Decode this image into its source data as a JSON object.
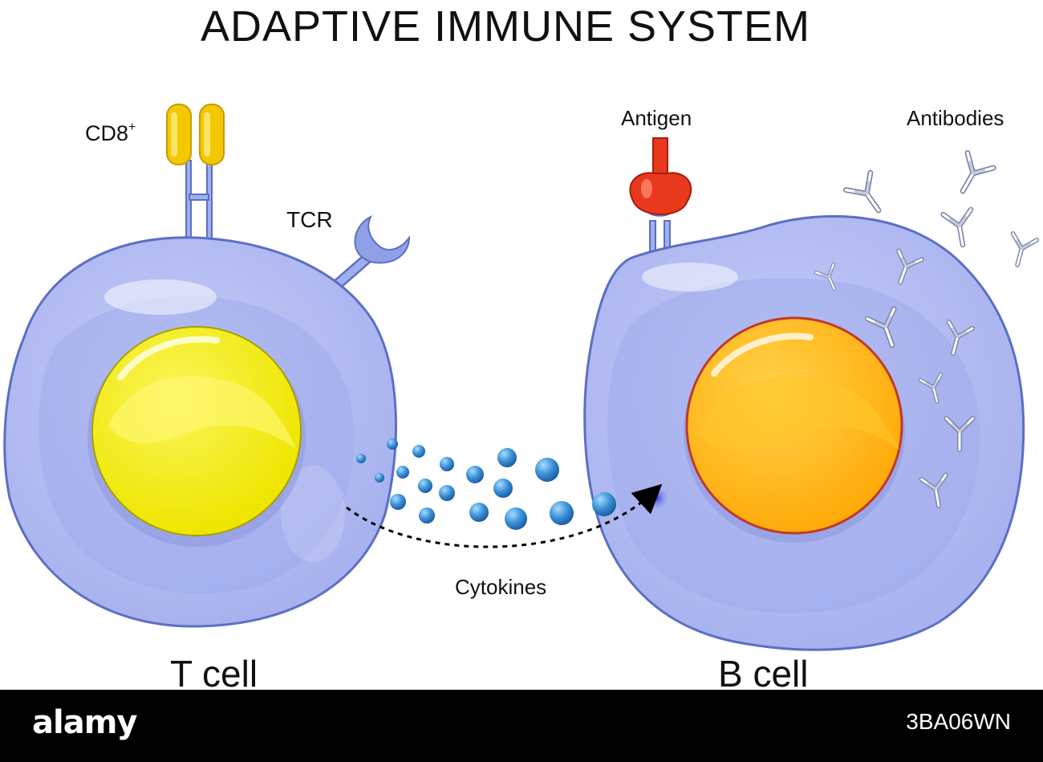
{
  "title": "ADAPTIVE IMMUNE SYSTEM",
  "labels": {
    "cd8_base": "CD8",
    "cd8_sup": "+",
    "tcr": "TCR",
    "antigen": "Antigen",
    "antibodies": "Antibodies",
    "cytokines": "Cytokines",
    "t_cell": "T cell",
    "b_cell": "B cell"
  },
  "watermark": {
    "logo": "alamy",
    "image_code": "3BA06WN"
  },
  "colors": {
    "membrane": "#5c6fc4",
    "cytoplasm": "#b4bdf3",
    "t_nucleus": "#f7f000",
    "b_nucleus": "#ffb714",
    "cytokine": "#3d93d8",
    "antigen": "#e8391d",
    "cd8": "#f4c800",
    "antibody": "#7c85a8"
  }
}
